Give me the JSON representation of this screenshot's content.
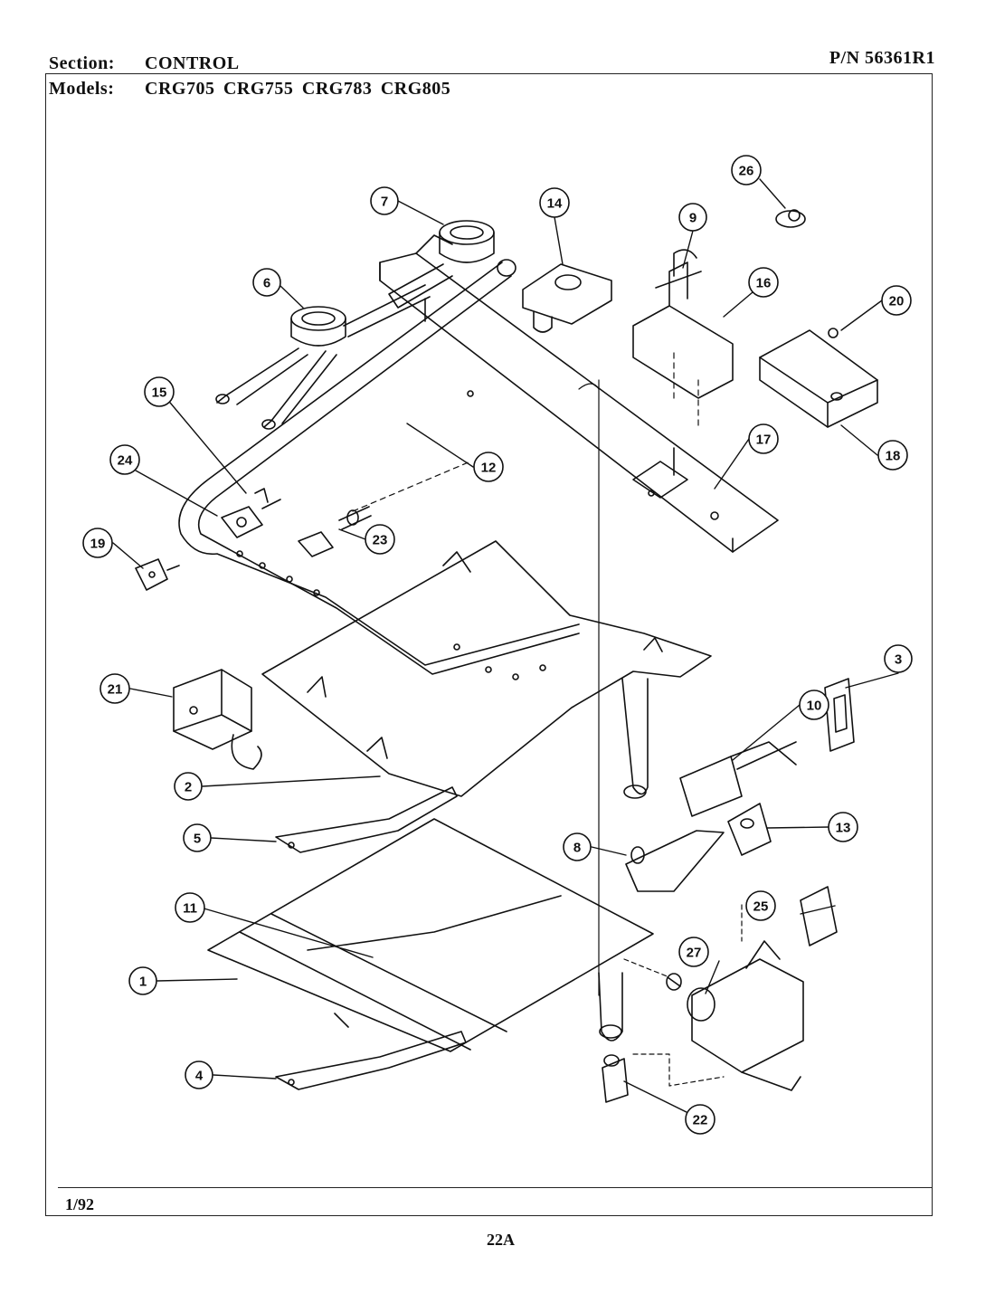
{
  "header": {
    "section_label": "Section:",
    "section_value": "CONTROL",
    "models_label": "Models:",
    "models_value": "CRG705  CRG755  CRG783  CRG805",
    "part_number": "P/N 56361R1"
  },
  "footer": {
    "date": "1/92",
    "page": "22A"
  },
  "callouts": [
    "1",
    "2",
    "3",
    "4",
    "5",
    "6",
    "7",
    "8",
    "9",
    "10",
    "11",
    "12",
    "13",
    "14",
    "15",
    "16",
    "17",
    "18",
    "19",
    "20",
    "21",
    "22",
    "23",
    "24",
    "25",
    "26",
    "27"
  ]
}
